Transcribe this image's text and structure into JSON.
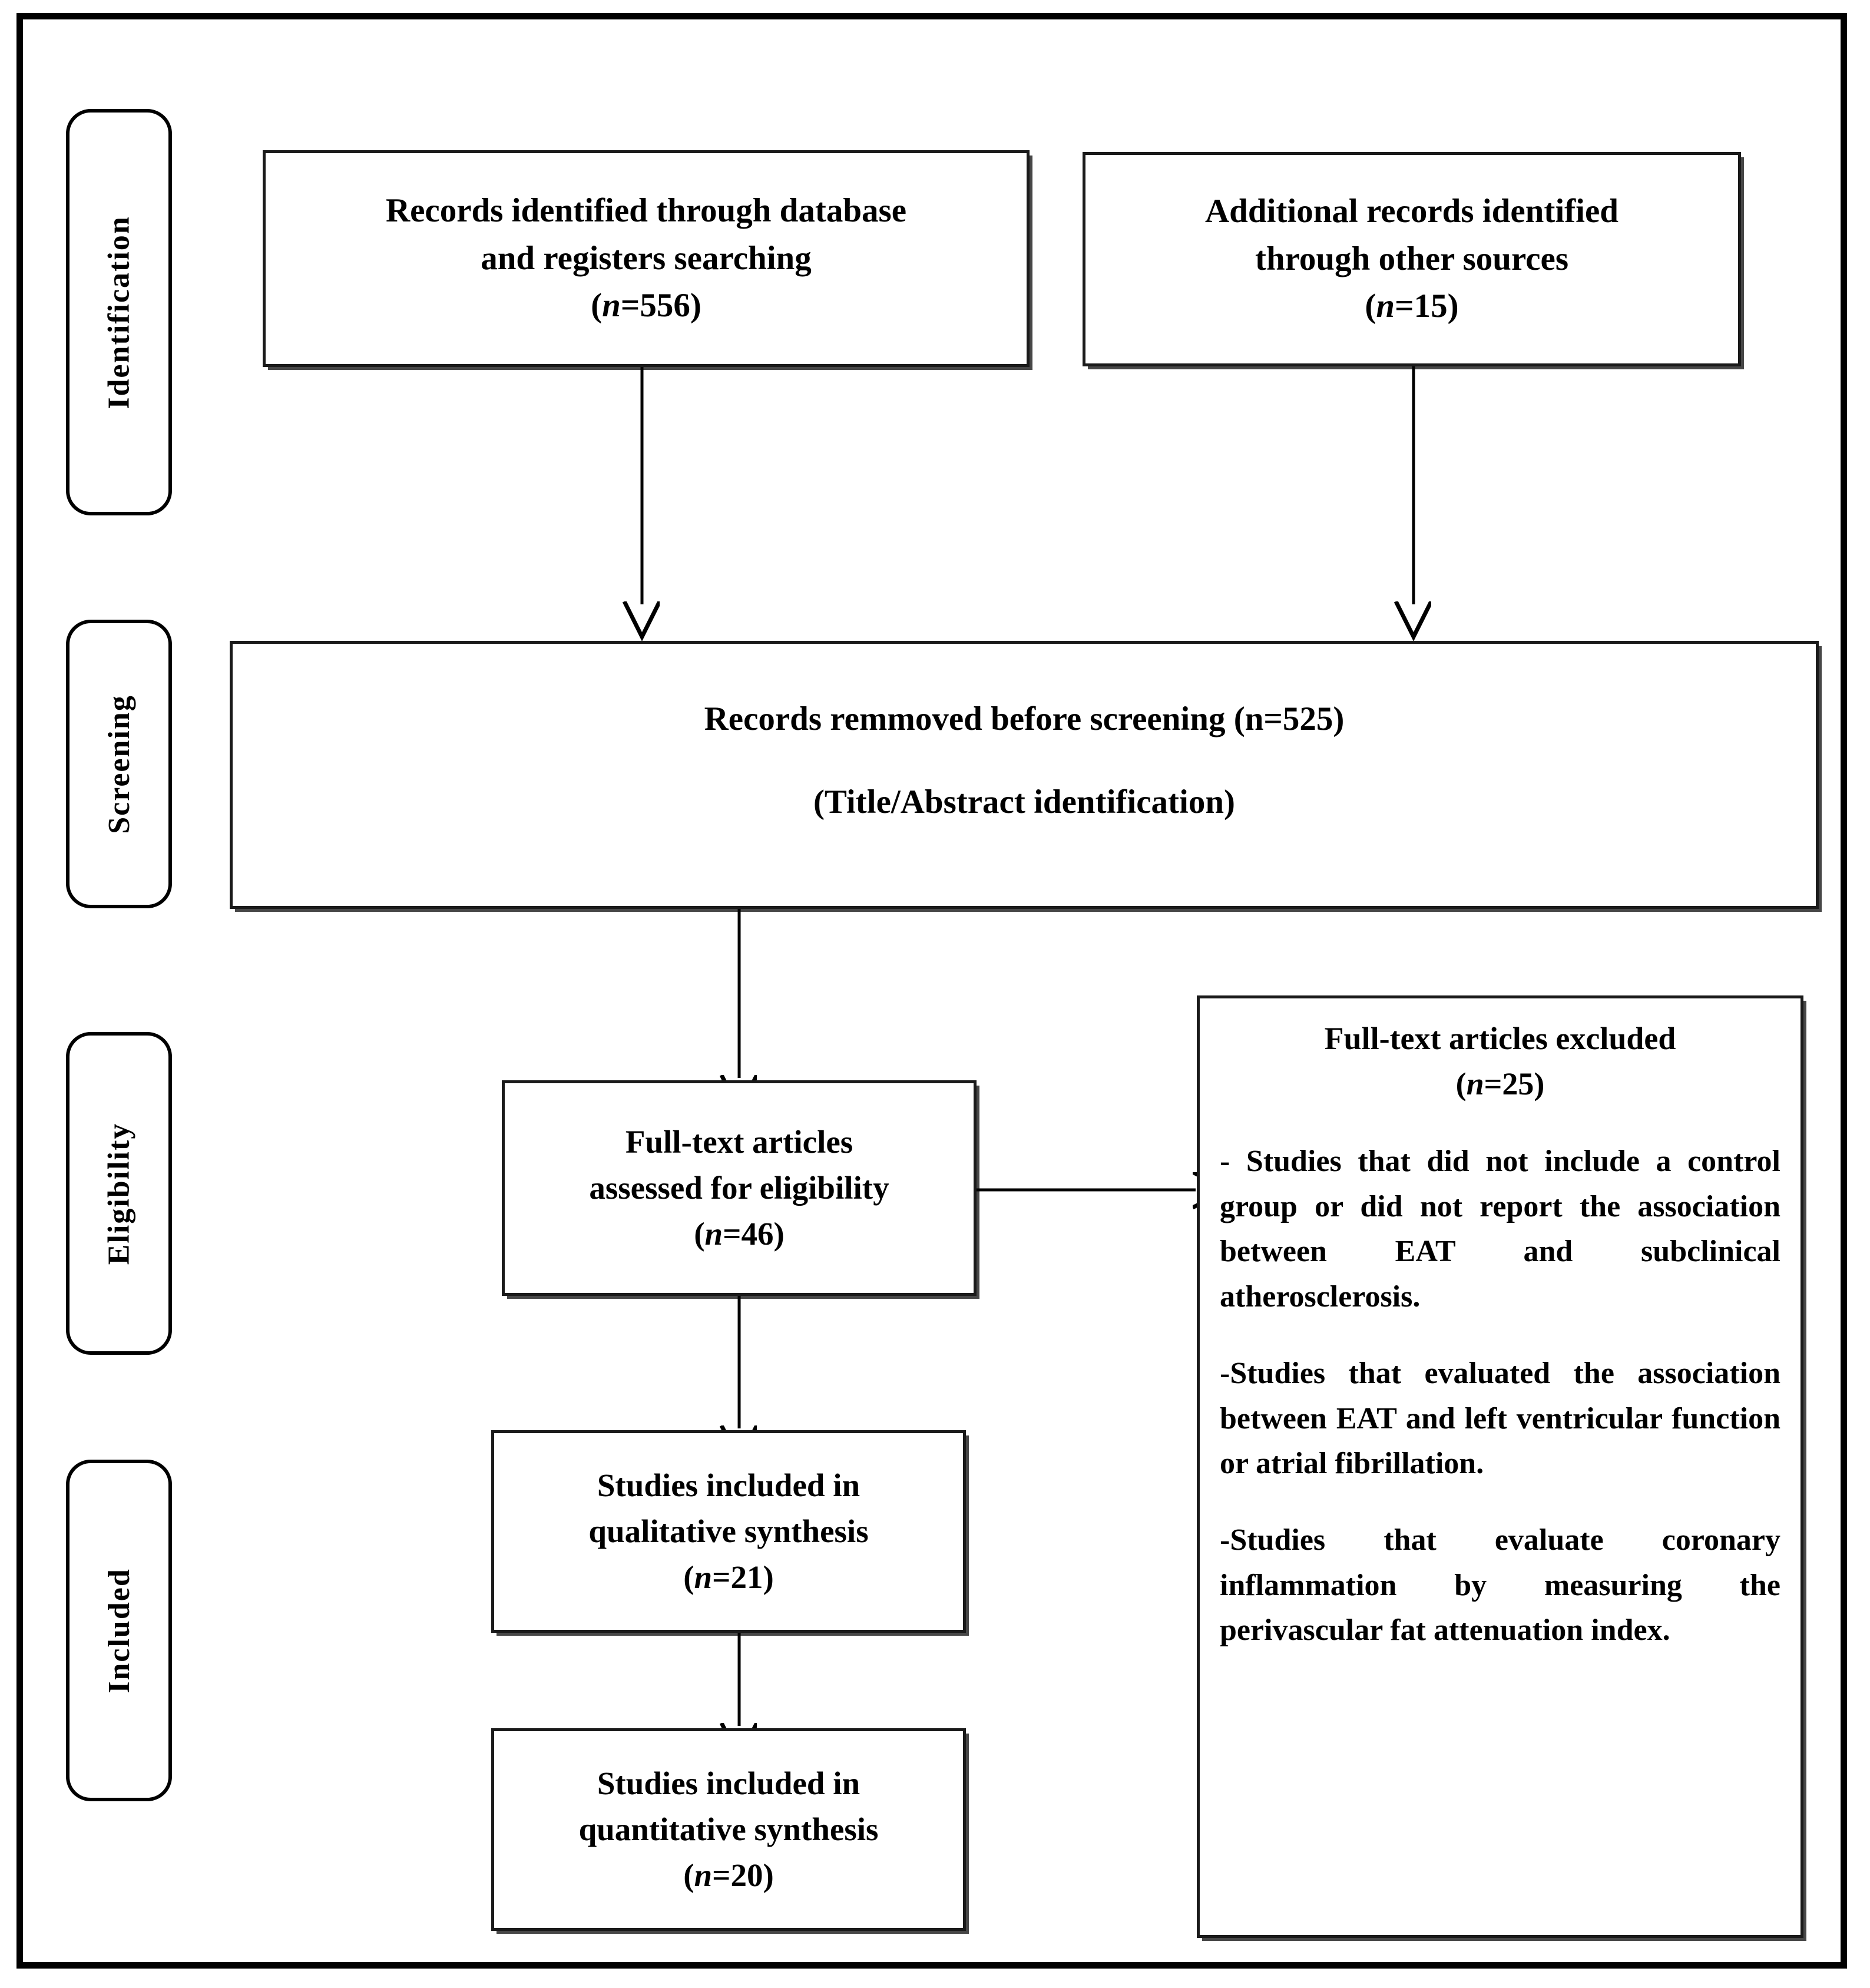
{
  "diagram": {
    "type": "prisma-flow-diagram",
    "title": "PRISMA study selection flow diagram",
    "stages": [
      {
        "id": "identification",
        "label": "Identification"
      },
      {
        "id": "screening",
        "label": "Screening"
      },
      {
        "id": "eligibility",
        "label": "Eligibility"
      },
      {
        "id": "included",
        "label": "Included"
      }
    ],
    "boxes": {
      "records_database": {
        "line1": "Records identified through database",
        "line2": "and registers searching",
        "count_prefix": "(",
        "count_var": "n",
        "count_value": "=556)"
      },
      "records_other": {
        "line1": "Additional records identified",
        "line2": "through other sources",
        "count_prefix": "(",
        "count_var": "n",
        "count_value": "=15)"
      },
      "records_removed": {
        "line1": "Records remmoved before screening (n=525)",
        "line2": "(Title/Abstract identification)"
      },
      "fulltext_assessed": {
        "line1": "Full-text articles",
        "line2": "assessed for eligibility",
        "count_prefix": "(",
        "count_var": "n",
        "count_value": "=46)"
      },
      "qualitative": {
        "line1": "Studies included in",
        "line2": "qualitative synthesis",
        "count_prefix": "(",
        "count_var": "n",
        "count_value": "=21)"
      },
      "quantitative": {
        "line1": "Studies included in",
        "line2": "quantitative synthesis",
        "count_prefix": "(",
        "count_var": "n",
        "count_value": "=20)"
      },
      "fulltext_excluded": {
        "title_line1": "Full-text articles excluded",
        "title_prefix": "(",
        "title_var": "n",
        "title_value": "=25)",
        "reasons": [
          "- Studies that did not include a control group or did not report the association between EAT and subclinical atherosclerosis.",
          "-Studies that evaluated the association between EAT and left ventricular function or atrial fibrillation.",
          "-Studies that evaluate coronary inflammation by measuring the perivascular fat attenuation index."
        ]
      }
    },
    "colors": {
      "frame": "#000000",
      "box_border": "#1a1a1a",
      "background": "#ffffff",
      "text": "#000000"
    }
  }
}
